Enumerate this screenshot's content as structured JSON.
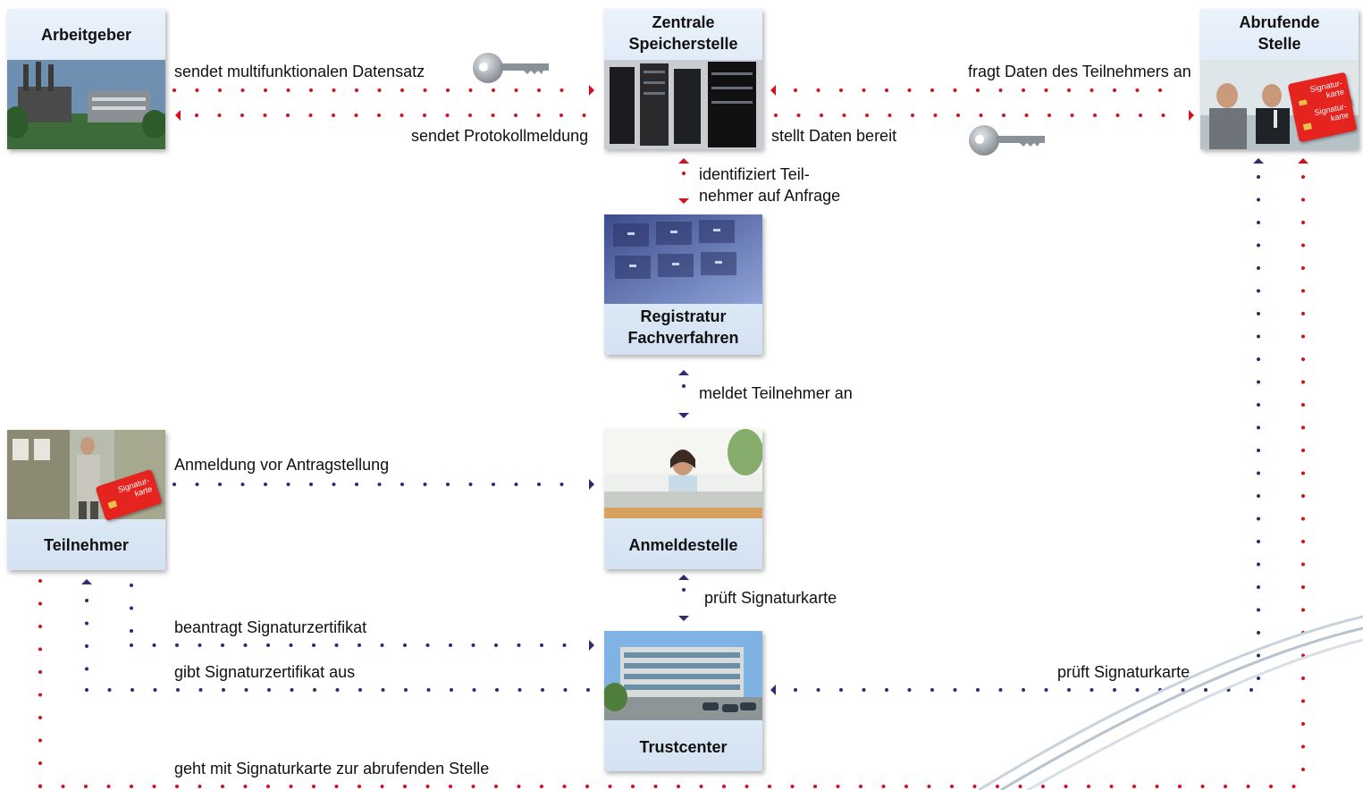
{
  "nodes": {
    "arbeitgeber": {
      "title": "Arbeitgeber"
    },
    "zentrale": {
      "title": "Zentrale\nSpeicherstelle"
    },
    "abrufende": {
      "title": "Abrufende\nStelle"
    },
    "registratur": {
      "title": "Registratur\nFachverfahren"
    },
    "teilnehmer": {
      "title": "Teilnehmer"
    },
    "anmeldestelle": {
      "title": "Anmeldestelle"
    },
    "trustcenter": {
      "title": "Trustcenter"
    }
  },
  "labels": {
    "sendet_datensatz": "sendet multifunktionalen Datensatz",
    "sendet_protokoll": "sendet Protokollmeldung",
    "fragt_daten": "fragt Daten des Teilnehmers an",
    "stellt_daten": "stellt Daten bereit",
    "identifiziert": "identifiziert Teil-\nnehmer auf Anfrage",
    "meldet_an": "meldet Teilnehmer an",
    "anmeldung": "Anmeldung vor Antragstellung",
    "prueft_1": "prüft Signaturkarte",
    "beantragt": "beantragt Signaturzertifikat",
    "gibt_aus": "gibt Signaturzertifikat aus",
    "prueft_2": "prüft Signaturkarte",
    "geht_mit": "geht mit Signaturkarte zur abrufenden Stelle"
  },
  "card_text": "Signatur-\nkarte",
  "colors": {
    "red": "#d3101c",
    "navy": "#2e2a78",
    "node_bg": "#dfe9f5",
    "card": "#e52420"
  }
}
